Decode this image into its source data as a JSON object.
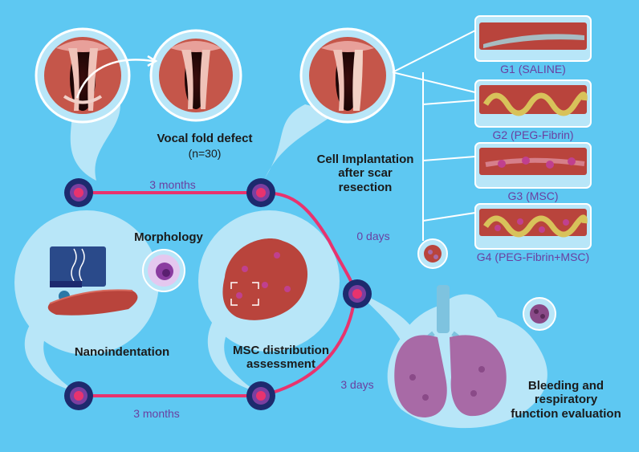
{
  "labels": {
    "vocal_fold_defect": "Vocal fold defect",
    "n": "(n=30)",
    "cell_implantation": [
      "Cell Implantation",
      "after scar",
      "resection"
    ],
    "morphology": "Morphology",
    "nanoindentation": "Nanoindentation",
    "msc_distribution": [
      "MSC distribution",
      "assessment"
    ],
    "bleeding": [
      "Bleeding and",
      "respiratory",
      "function evaluation"
    ]
  },
  "intervals": {
    "top": "3 months",
    "bottom": "3 months",
    "zero_days": "0 days",
    "three_days": "3 days"
  },
  "groups": [
    {
      "label": "G1 (SALINE)"
    },
    {
      "label": "G2 (PEG-Fibrin)"
    },
    {
      "label": "G3 (MSC)"
    },
    {
      "label": "G4 (PEG-Fibrin+MSC)"
    }
  ],
  "colors": {
    "background": "#5ec8f2",
    "bubble": "#b8e6f8",
    "timeline": "#e8336e",
    "node_outer": "#1d2a6e",
    "node_inner": "#e8336e",
    "interval_text": "#6a3fa0",
    "tissue": "#b9443c",
    "gel": "#d8c25a",
    "cell": "#c0408f",
    "lung": "#a86aa6",
    "trachea": "#7ec3df"
  }
}
